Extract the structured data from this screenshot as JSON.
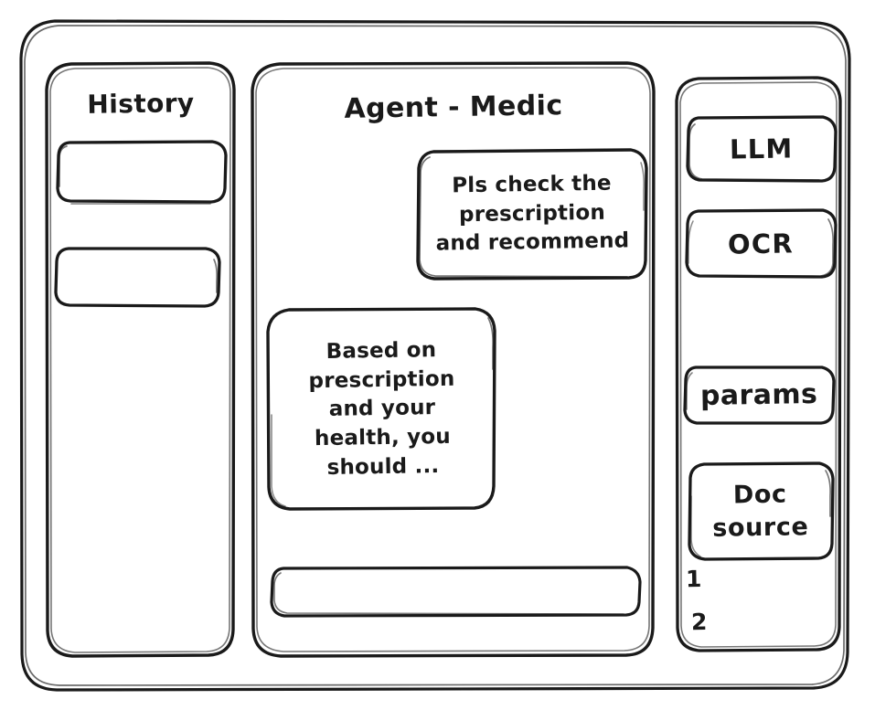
{
  "style": {
    "stroke_color": "#1a1a1a",
    "background": "#ffffff",
    "sketch": true
  },
  "window": {
    "name": "app-frame"
  },
  "sidebar_left": {
    "title": "History",
    "items": [
      {
        "label": "",
        "name": "history-item-1"
      },
      {
        "label": "",
        "name": "history-item-2"
      }
    ]
  },
  "main": {
    "title": "Agent - Medic",
    "messages": [
      {
        "role": "user",
        "text": "Pls check the\nprescription\nand recommend"
      },
      {
        "role": "agent",
        "text": "Based on\nprescription\nand your\nhealth, you\nshould ..."
      }
    ],
    "composer": {
      "value": "",
      "placeholder": ""
    }
  },
  "sidebar_right": {
    "tools": [
      {
        "label": "LLM",
        "name": "tool-llm"
      },
      {
        "label": "OCR",
        "name": "tool-ocr"
      },
      {
        "label": "params",
        "name": "tool-params"
      }
    ],
    "doc_source": {
      "label": "Doc\nsource",
      "entries": [
        "1",
        "2"
      ]
    }
  }
}
